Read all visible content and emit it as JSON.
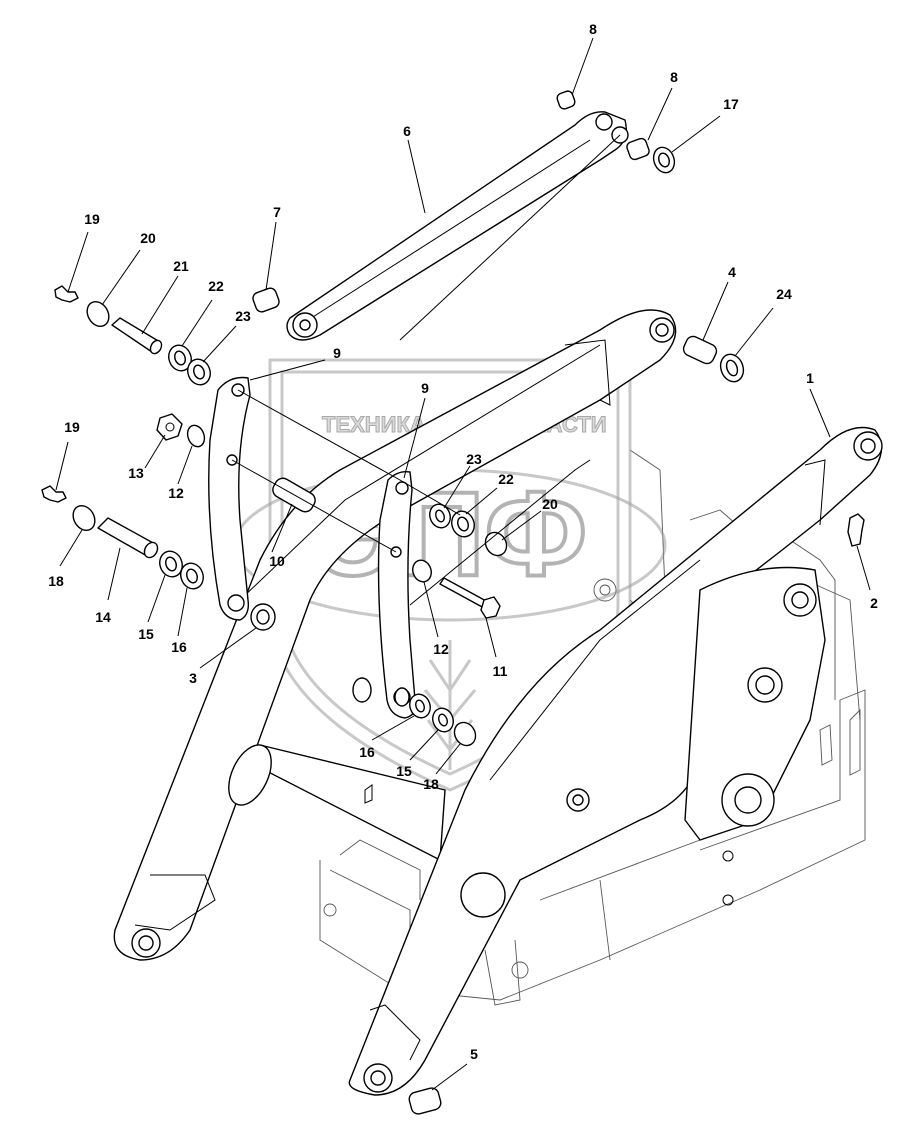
{
  "watermark": {
    "brand_left": "ТЕХНИКА",
    "brand_right": "ЗАПЧАСТИ",
    "logo_letters": "ЭПФ"
  },
  "callouts": [
    {
      "id": "c8a",
      "label": "8"
    },
    {
      "id": "c8b",
      "label": "8"
    },
    {
      "id": "c17",
      "label": "17"
    },
    {
      "id": "c6",
      "label": "6"
    },
    {
      "id": "c7",
      "label": "7"
    },
    {
      "id": "c19a",
      "label": "19"
    },
    {
      "id": "c20a",
      "label": "20"
    },
    {
      "id": "c21",
      "label": "21"
    },
    {
      "id": "c22a",
      "label": "22"
    },
    {
      "id": "c23a",
      "label": "23"
    },
    {
      "id": "c4",
      "label": "4"
    },
    {
      "id": "c24",
      "label": "24"
    },
    {
      "id": "c9a",
      "label": "9"
    },
    {
      "id": "c1",
      "label": "1"
    },
    {
      "id": "c9b",
      "label": "9"
    },
    {
      "id": "c19b",
      "label": "19"
    },
    {
      "id": "c13",
      "label": "13"
    },
    {
      "id": "c12a",
      "label": "12"
    },
    {
      "id": "c23b",
      "label": "23"
    },
    {
      "id": "c22b",
      "label": "22"
    },
    {
      "id": "c20b",
      "label": "20"
    },
    {
      "id": "c18a",
      "label": "18"
    },
    {
      "id": "c10",
      "label": "10"
    },
    {
      "id": "c14",
      "label": "14"
    },
    {
      "id": "c15a",
      "label": "15"
    },
    {
      "id": "c16a",
      "label": "16"
    },
    {
      "id": "c2",
      "label": "2"
    },
    {
      "id": "c3",
      "label": "3"
    },
    {
      "id": "c12b",
      "label": "12"
    },
    {
      "id": "c11",
      "label": "11"
    },
    {
      "id": "c16b",
      "label": "16"
    },
    {
      "id": "c15b",
      "label": "15"
    },
    {
      "id": "c18b",
      "label": "18"
    },
    {
      "id": "c5",
      "label": "5"
    }
  ]
}
